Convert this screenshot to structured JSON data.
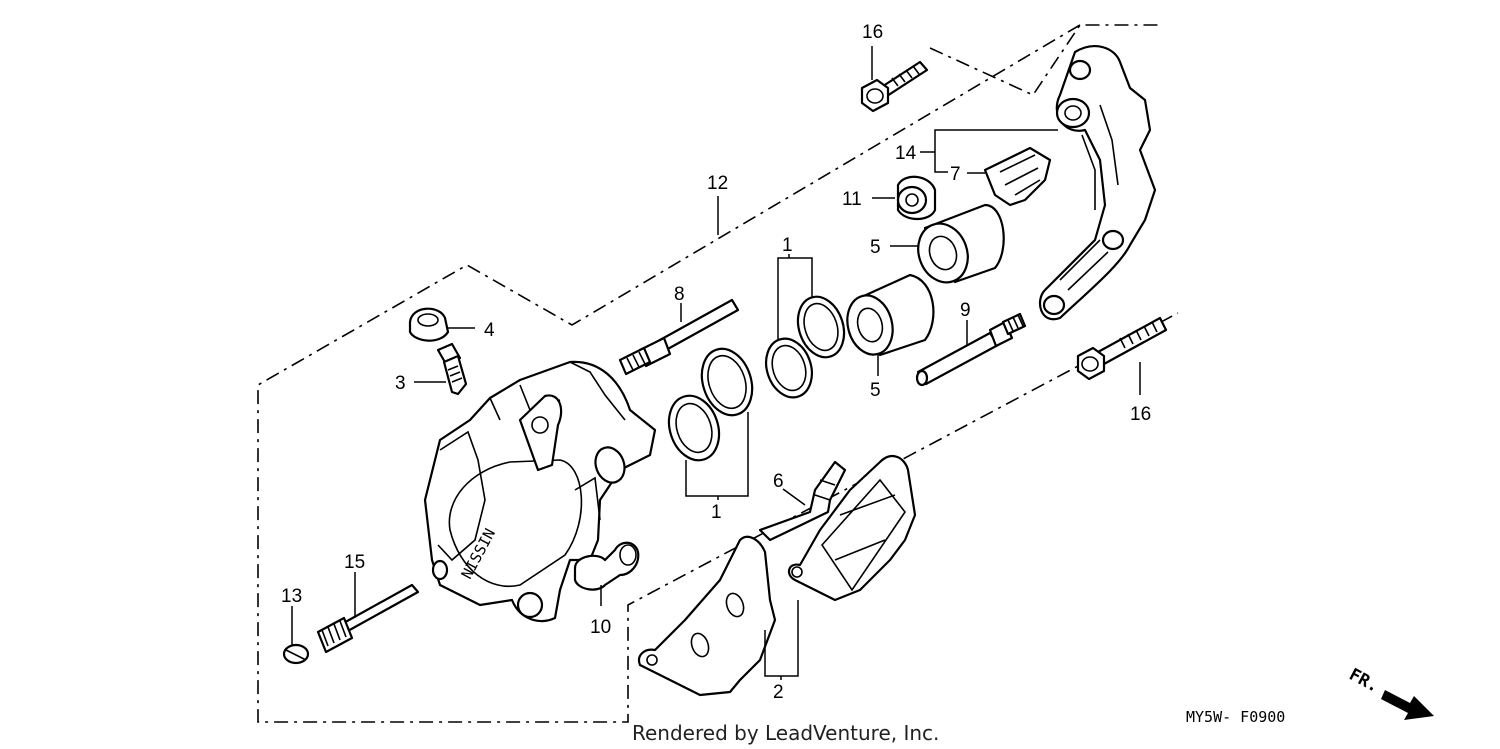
{
  "callouts": {
    "c16a": "16",
    "c16b": "16",
    "c14": "14",
    "c7": "7",
    "c11": "11",
    "c12": "12",
    "c1a": "1",
    "c1b": "1",
    "c5a": "5",
    "c5b": "5",
    "c8": "8",
    "c9": "9",
    "c4": "4",
    "c3": "3",
    "c6": "6",
    "c15": "15",
    "c13": "13",
    "c10": "10",
    "c2": "2"
  },
  "caliper_mark": "NISSIN",
  "footer": {
    "credit": "Rendered by LeadVenture, Inc.",
    "diagram_code": "MY5W- F0900",
    "direction": "FR."
  }
}
